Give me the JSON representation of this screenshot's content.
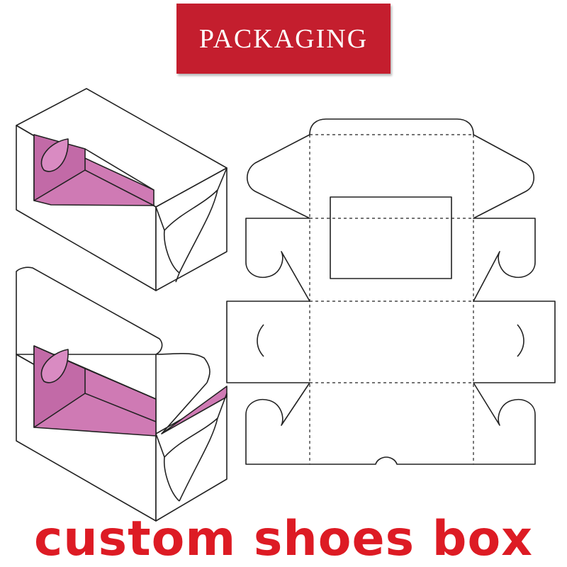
{
  "header": {
    "title": "PACKAGING"
  },
  "footer": {
    "caption": "custom shoes box"
  },
  "colors": {
    "banner": "#c41e2e",
    "caption": "#dd1b24",
    "window_fill": "#cf7ab4",
    "line": "#222222"
  },
  "figures": {
    "box_open_window": "closed-box-with-window-illustration",
    "box_folding": "folding-box-illustration",
    "dieline": "flat-dieline-template"
  }
}
